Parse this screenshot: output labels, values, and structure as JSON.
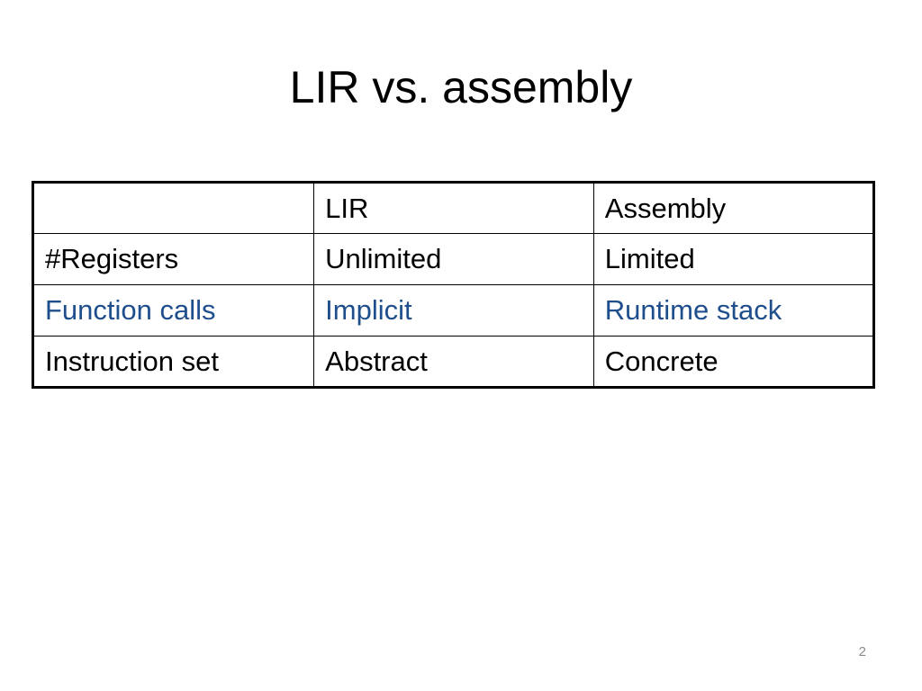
{
  "slide": {
    "title": "LIR vs. assembly",
    "page_number": "2",
    "highlight_color": "#1f4e8c"
  },
  "table": {
    "header": [
      "",
      "LIR",
      "Assembly"
    ],
    "rows": [
      [
        "#Registers",
        "Unlimited",
        "Limited"
      ],
      [
        "Function calls",
        "Implicit",
        "Runtime stack"
      ],
      [
        "Instruction set",
        "Abstract",
        "Concrete"
      ]
    ]
  }
}
